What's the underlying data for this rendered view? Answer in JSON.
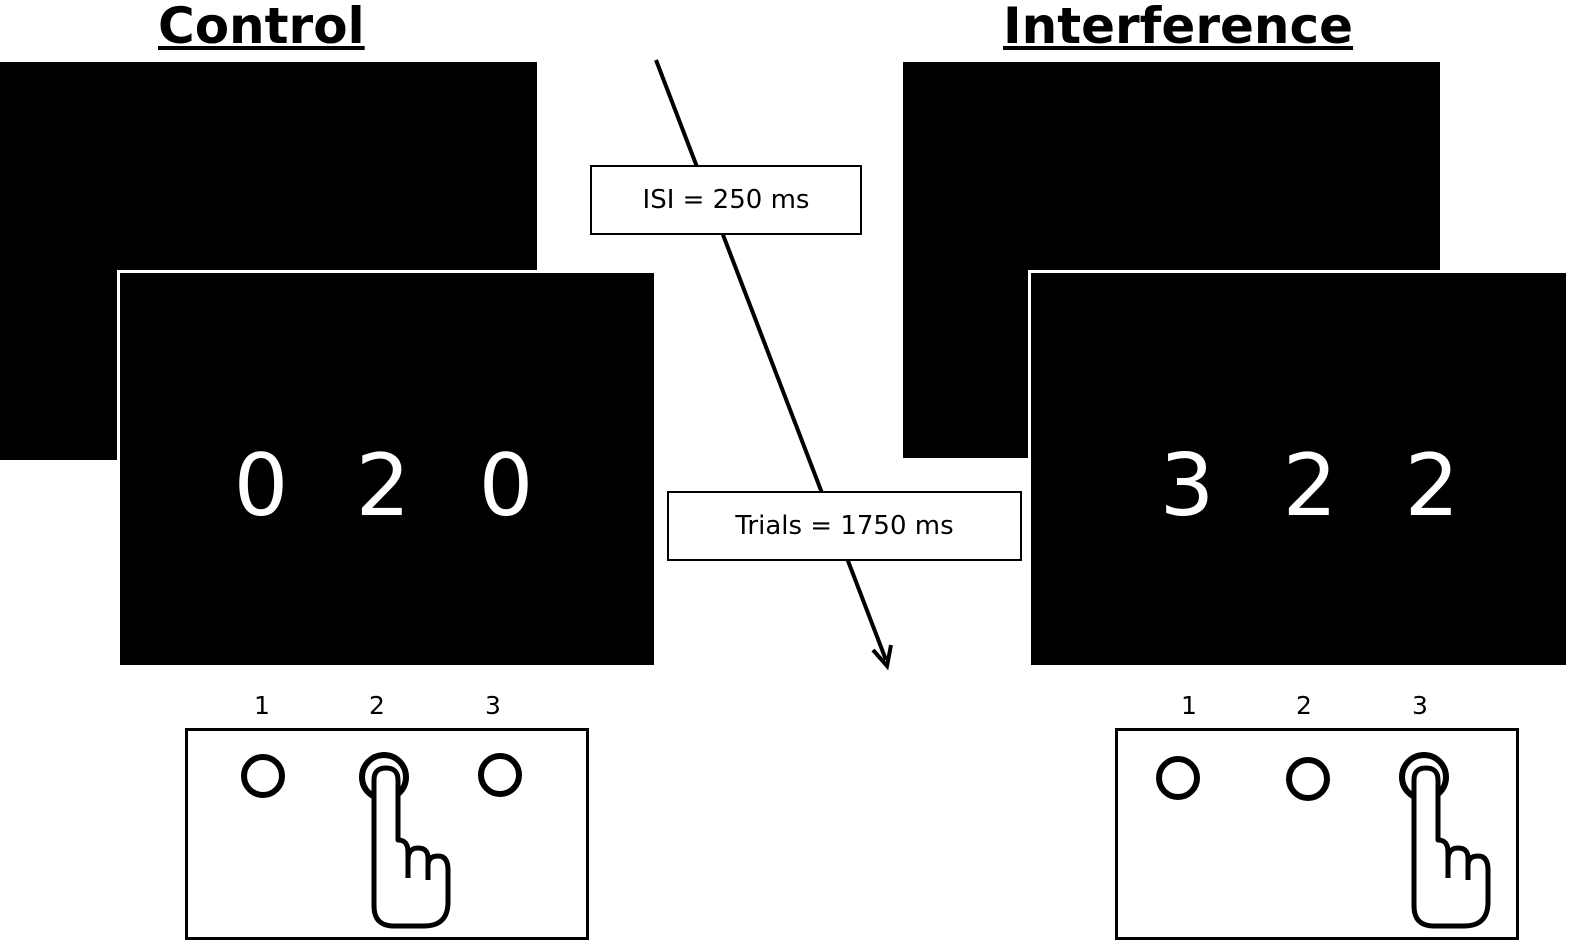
{
  "conditions": {
    "control": {
      "title": "Control",
      "digits": [
        "0",
        "2",
        "0"
      ],
      "key_numbers": [
        "1",
        "2",
        "3"
      ]
    },
    "interference": {
      "title": "Interference",
      "digits": [
        "3",
        "2",
        "2"
      ],
      "key_numbers": [
        "1",
        "2",
        "3"
      ]
    }
  },
  "timing": {
    "isi_label": "ISI = 250 ms",
    "trials_label": "Trials = 1750 ms"
  },
  "colors": {
    "screen": "#000000",
    "background": "#ffffff",
    "stimulus_text": "#ffffff"
  },
  "icons": [
    "pointing-hand-icon",
    "timeline-arrow-icon",
    "response-button-icon"
  ]
}
